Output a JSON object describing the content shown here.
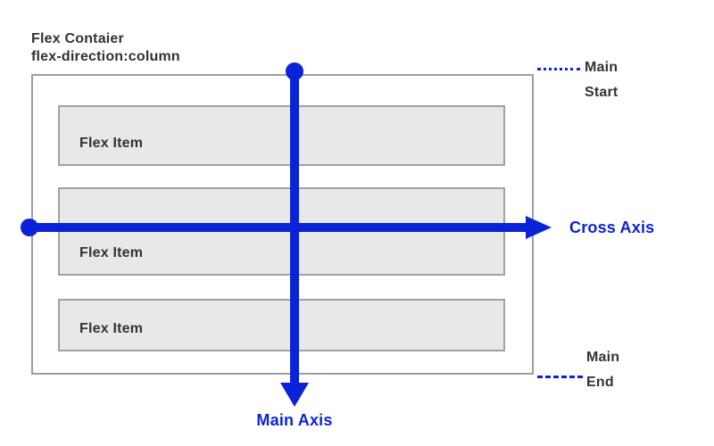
{
  "title": {
    "line1": "Flex Contaier",
    "line2": "flex-direction:column"
  },
  "container": {
    "items": [
      {
        "label": "Flex Item"
      },
      {
        "label": "Flex Item"
      },
      {
        "label": "Flex Item"
      }
    ]
  },
  "axes": {
    "main_axis_label": "Main Axis",
    "cross_axis_label": "Cross Axis",
    "main_start": {
      "line1": "Main",
      "line2": "Start"
    },
    "main_end": {
      "line1": "Main",
      "line2": "End"
    }
  },
  "colors": {
    "axis_blue": "#0b23d8",
    "item_fill": "#e8e8e8",
    "container_border_gray": "#9e9e9e",
    "item_border_gray": "#a1a1a1",
    "text_dark": "#333333"
  }
}
